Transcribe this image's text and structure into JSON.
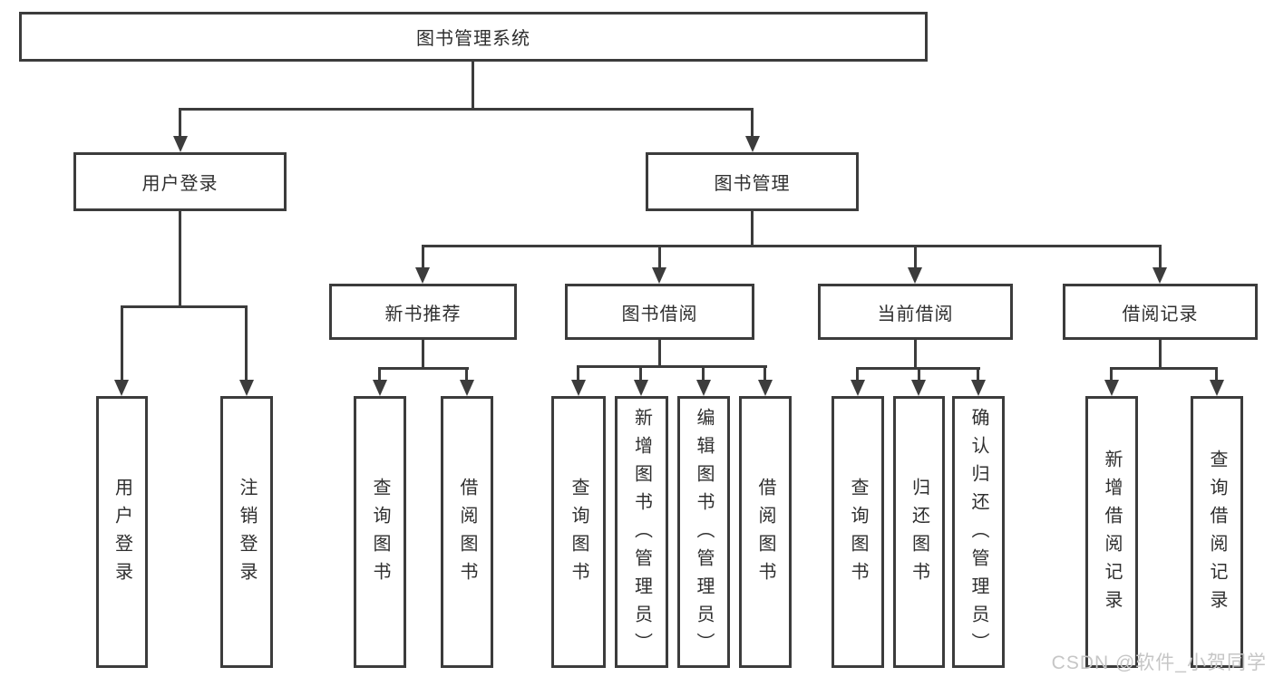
{
  "diagram_type": "hierarchy-flowchart",
  "colors": {
    "line": "#3c3c3c",
    "text": "#2f2f2f",
    "box_background": "#ffffff",
    "page_background": "#ffffff",
    "watermark": "#c6c6c6"
  },
  "tree": {
    "root": {
      "label": "图书管理系统"
    },
    "branches": [
      {
        "label": "用户登录",
        "children": [
          {
            "label": "用户登录"
          },
          {
            "label": "注销登录"
          }
        ]
      },
      {
        "label": "图书管理",
        "children": [
          {
            "label": "新书推荐",
            "children": [
              {
                "label": "查询图书"
              },
              {
                "label": "借阅图书"
              }
            ]
          },
          {
            "label": "图书借阅",
            "children": [
              {
                "label": "查询图书"
              },
              {
                "label": "新增图书（管理员）"
              },
              {
                "label": "编辑图书（管理员）"
              },
              {
                "label": "借阅图书"
              }
            ]
          },
          {
            "label": "当前借阅",
            "children": [
              {
                "label": "查询图书"
              },
              {
                "label": "归还图书"
              },
              {
                "label": "确认归还（管理员）"
              }
            ]
          },
          {
            "label": "借阅记录",
            "children": [
              {
                "label": "新增借阅记录"
              },
              {
                "label": "查询借阅记录"
              }
            ]
          }
        ]
      }
    ]
  },
  "watermark": {
    "text": "CSDN @软件_小贺同学"
  }
}
